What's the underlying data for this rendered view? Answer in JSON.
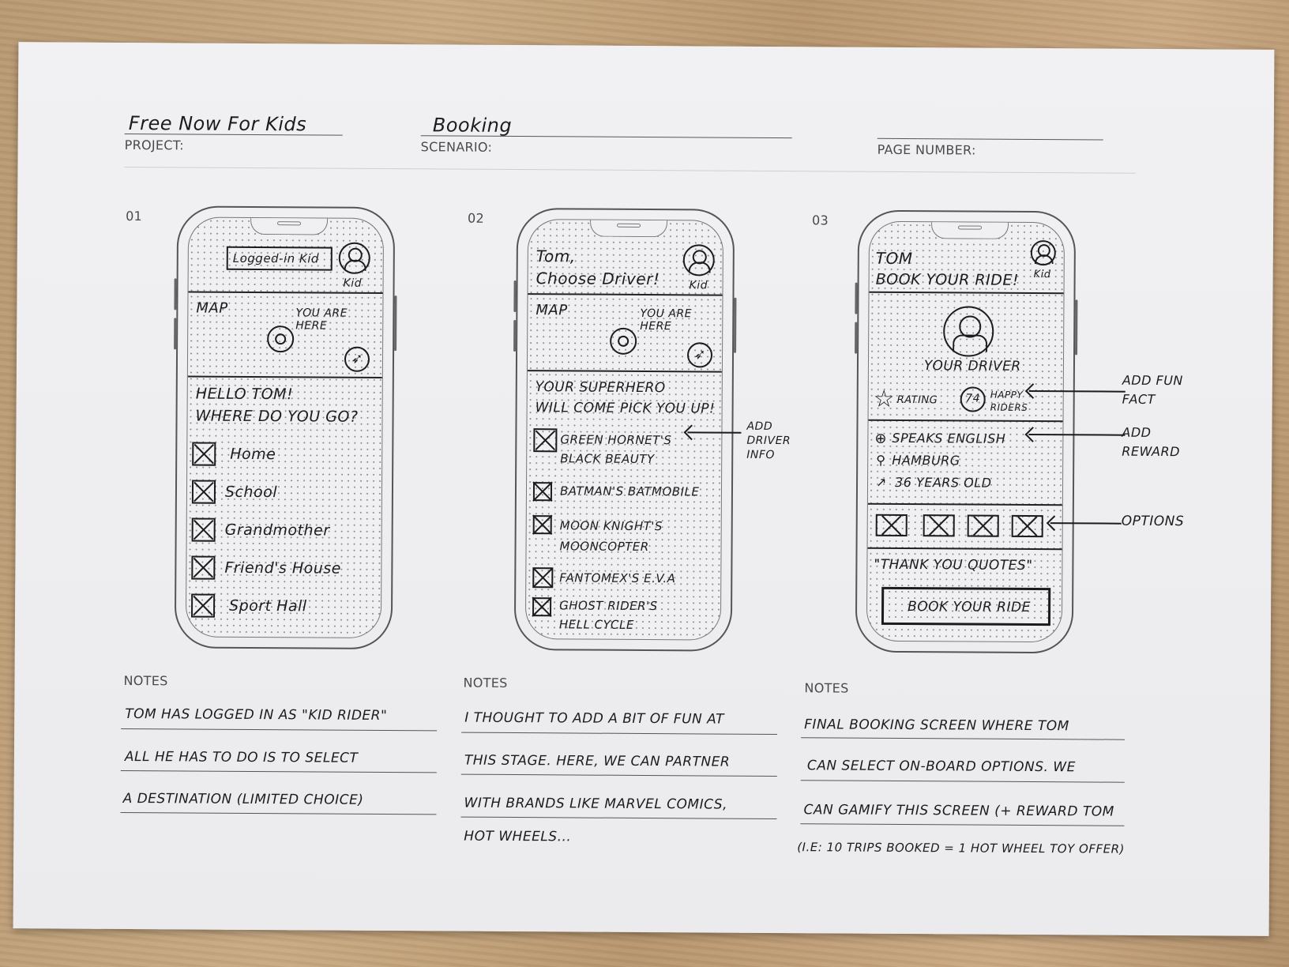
{
  "header": {
    "project_value": "Free Now For Kids",
    "project_label": "PROJECT:",
    "scenario_value": "Booking",
    "scenario_label": "SCENARIO:",
    "page_number_label": "PAGE NUMBER:"
  },
  "screens": [
    {
      "number": "01",
      "badge": "Logged-in Kid",
      "avatar_caption": "Kid",
      "map_label": "MAP",
      "you_are_here": "YOU ARE HERE",
      "greeting_line1": "HELLO TOM!",
      "greeting_line2": "WHERE DO YOU GO?",
      "options": [
        "Home",
        "School",
        "Grandmother",
        "Friend's House",
        "Sport Hall"
      ]
    },
    {
      "number": "02",
      "title_line1": "Tom,",
      "title_line2": "Choose Driver!",
      "avatar_caption": "Kid",
      "map_label": "MAP",
      "you_are_here": "YOU ARE HERE",
      "intro_line1": "YOUR SUPERHERO",
      "intro_line2": "WILL COME PICK YOU UP!",
      "drivers": [
        "GREEN HORNET'S BLACK BEAUTY",
        "BATMAN'S BATMOBILE",
        "MOON KNIGHT'S MOONCOPTER",
        "FANTOMEX'S E.V.A",
        "GHOST RIDER'S HELL CYCLE"
      ],
      "annotation": "ADD DRIVER INFO"
    },
    {
      "number": "03",
      "title_line1": "TOM",
      "title_line2": "BOOK YOUR RIDE!",
      "avatar_caption": "Kid",
      "driver_caption": "YOUR DRIVER",
      "rating_label": "RATING",
      "happy_count": "74",
      "happy_label": "HAPPY RIDERS",
      "speaks": "SPEAKS ENGLISH",
      "city": "HAMBURG",
      "age": "36 YEARS OLD",
      "quotes": "\"THANK YOU QUOTES\"",
      "book_button": "BOOK YOUR RIDE",
      "annotations": [
        "ADD FUN FACT",
        "ADD REWARD",
        "OPTIONS"
      ]
    }
  ],
  "notes": {
    "label": "NOTES",
    "note1": [
      "TOM HAS LOGGED IN AS \"KID RIDER\"",
      "ALL HE HAS TO DO IS TO SELECT",
      "A DESTINATION (LIMITED CHOICE)"
    ],
    "note2": [
      "I THOUGHT TO ADD A BIT OF FUN AT",
      "THIS STAGE. HERE, WE CAN PARTNER",
      "WITH BRANDS LIKE MARVEL COMICS,",
      "HOT WHEELS..."
    ],
    "note3": [
      "FINAL BOOKING SCREEN WHERE TOM",
      "CAN SELECT ON-BOARD OPTIONS. WE",
      "CAN GAMIFY THIS SCREEN (+ REWARD TOM",
      "(I.E: 10 TRIPS BOOKED = 1 HOT WHEEL TOY OFFER)"
    ]
  }
}
